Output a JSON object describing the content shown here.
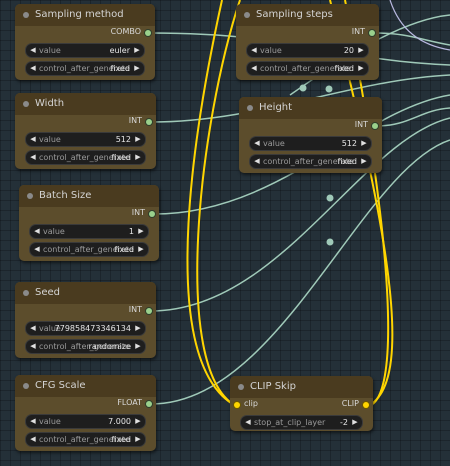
{
  "nodes": {
    "sampling_method": {
      "title": "Sampling method",
      "output_type": "COMBO",
      "widgets": [
        {
          "label": "value",
          "value": "euler"
        },
        {
          "label": "control_after_generate",
          "value": "fixed"
        }
      ]
    },
    "sampling_steps": {
      "title": "Sampling steps",
      "output_type": "INT",
      "widgets": [
        {
          "label": "value",
          "value": "20"
        },
        {
          "label": "control_after_generate",
          "value": "fixed"
        }
      ]
    },
    "width": {
      "title": "Width",
      "output_type": "INT",
      "widgets": [
        {
          "label": "value",
          "value": "512"
        },
        {
          "label": "control_after_generate",
          "value": "fixed"
        }
      ]
    },
    "height": {
      "title": "Height",
      "output_type": "INT",
      "widgets": [
        {
          "label": "value",
          "value": "512"
        },
        {
          "label": "control_after_generate",
          "value": "fixed"
        }
      ]
    },
    "batch_size": {
      "title": "Batch Size",
      "output_type": "INT",
      "widgets": [
        {
          "label": "value",
          "value": "1"
        },
        {
          "label": "control_after_generate",
          "value": "fixed"
        }
      ]
    },
    "seed": {
      "title": "Seed",
      "output_type": "INT",
      "widgets": [
        {
          "label": "value",
          "value": "779858473346134"
        },
        {
          "label": "control_after_generate",
          "value": "randomize"
        }
      ]
    },
    "cfg_scale": {
      "title": "CFG Scale",
      "output_type": "FLOAT",
      "widgets": [
        {
          "label": "value",
          "value": "7.000"
        },
        {
          "label": "control_after_generate",
          "value": "fixed"
        }
      ]
    },
    "clip_skip": {
      "title": "CLIP Skip",
      "input_label": "clip",
      "output_type": "CLIP",
      "widgets": [
        {
          "label": "stop_at_clip_layer",
          "value": "-2"
        }
      ]
    }
  },
  "icons": {
    "decrement": "◀",
    "increment": "▶"
  },
  "colors": {
    "canvas": "#243038",
    "node_body": "#5c4d2c",
    "node_header": "#4a3b1f",
    "int_link": "#9fc9b8",
    "clip_link": "#ffd500"
  }
}
